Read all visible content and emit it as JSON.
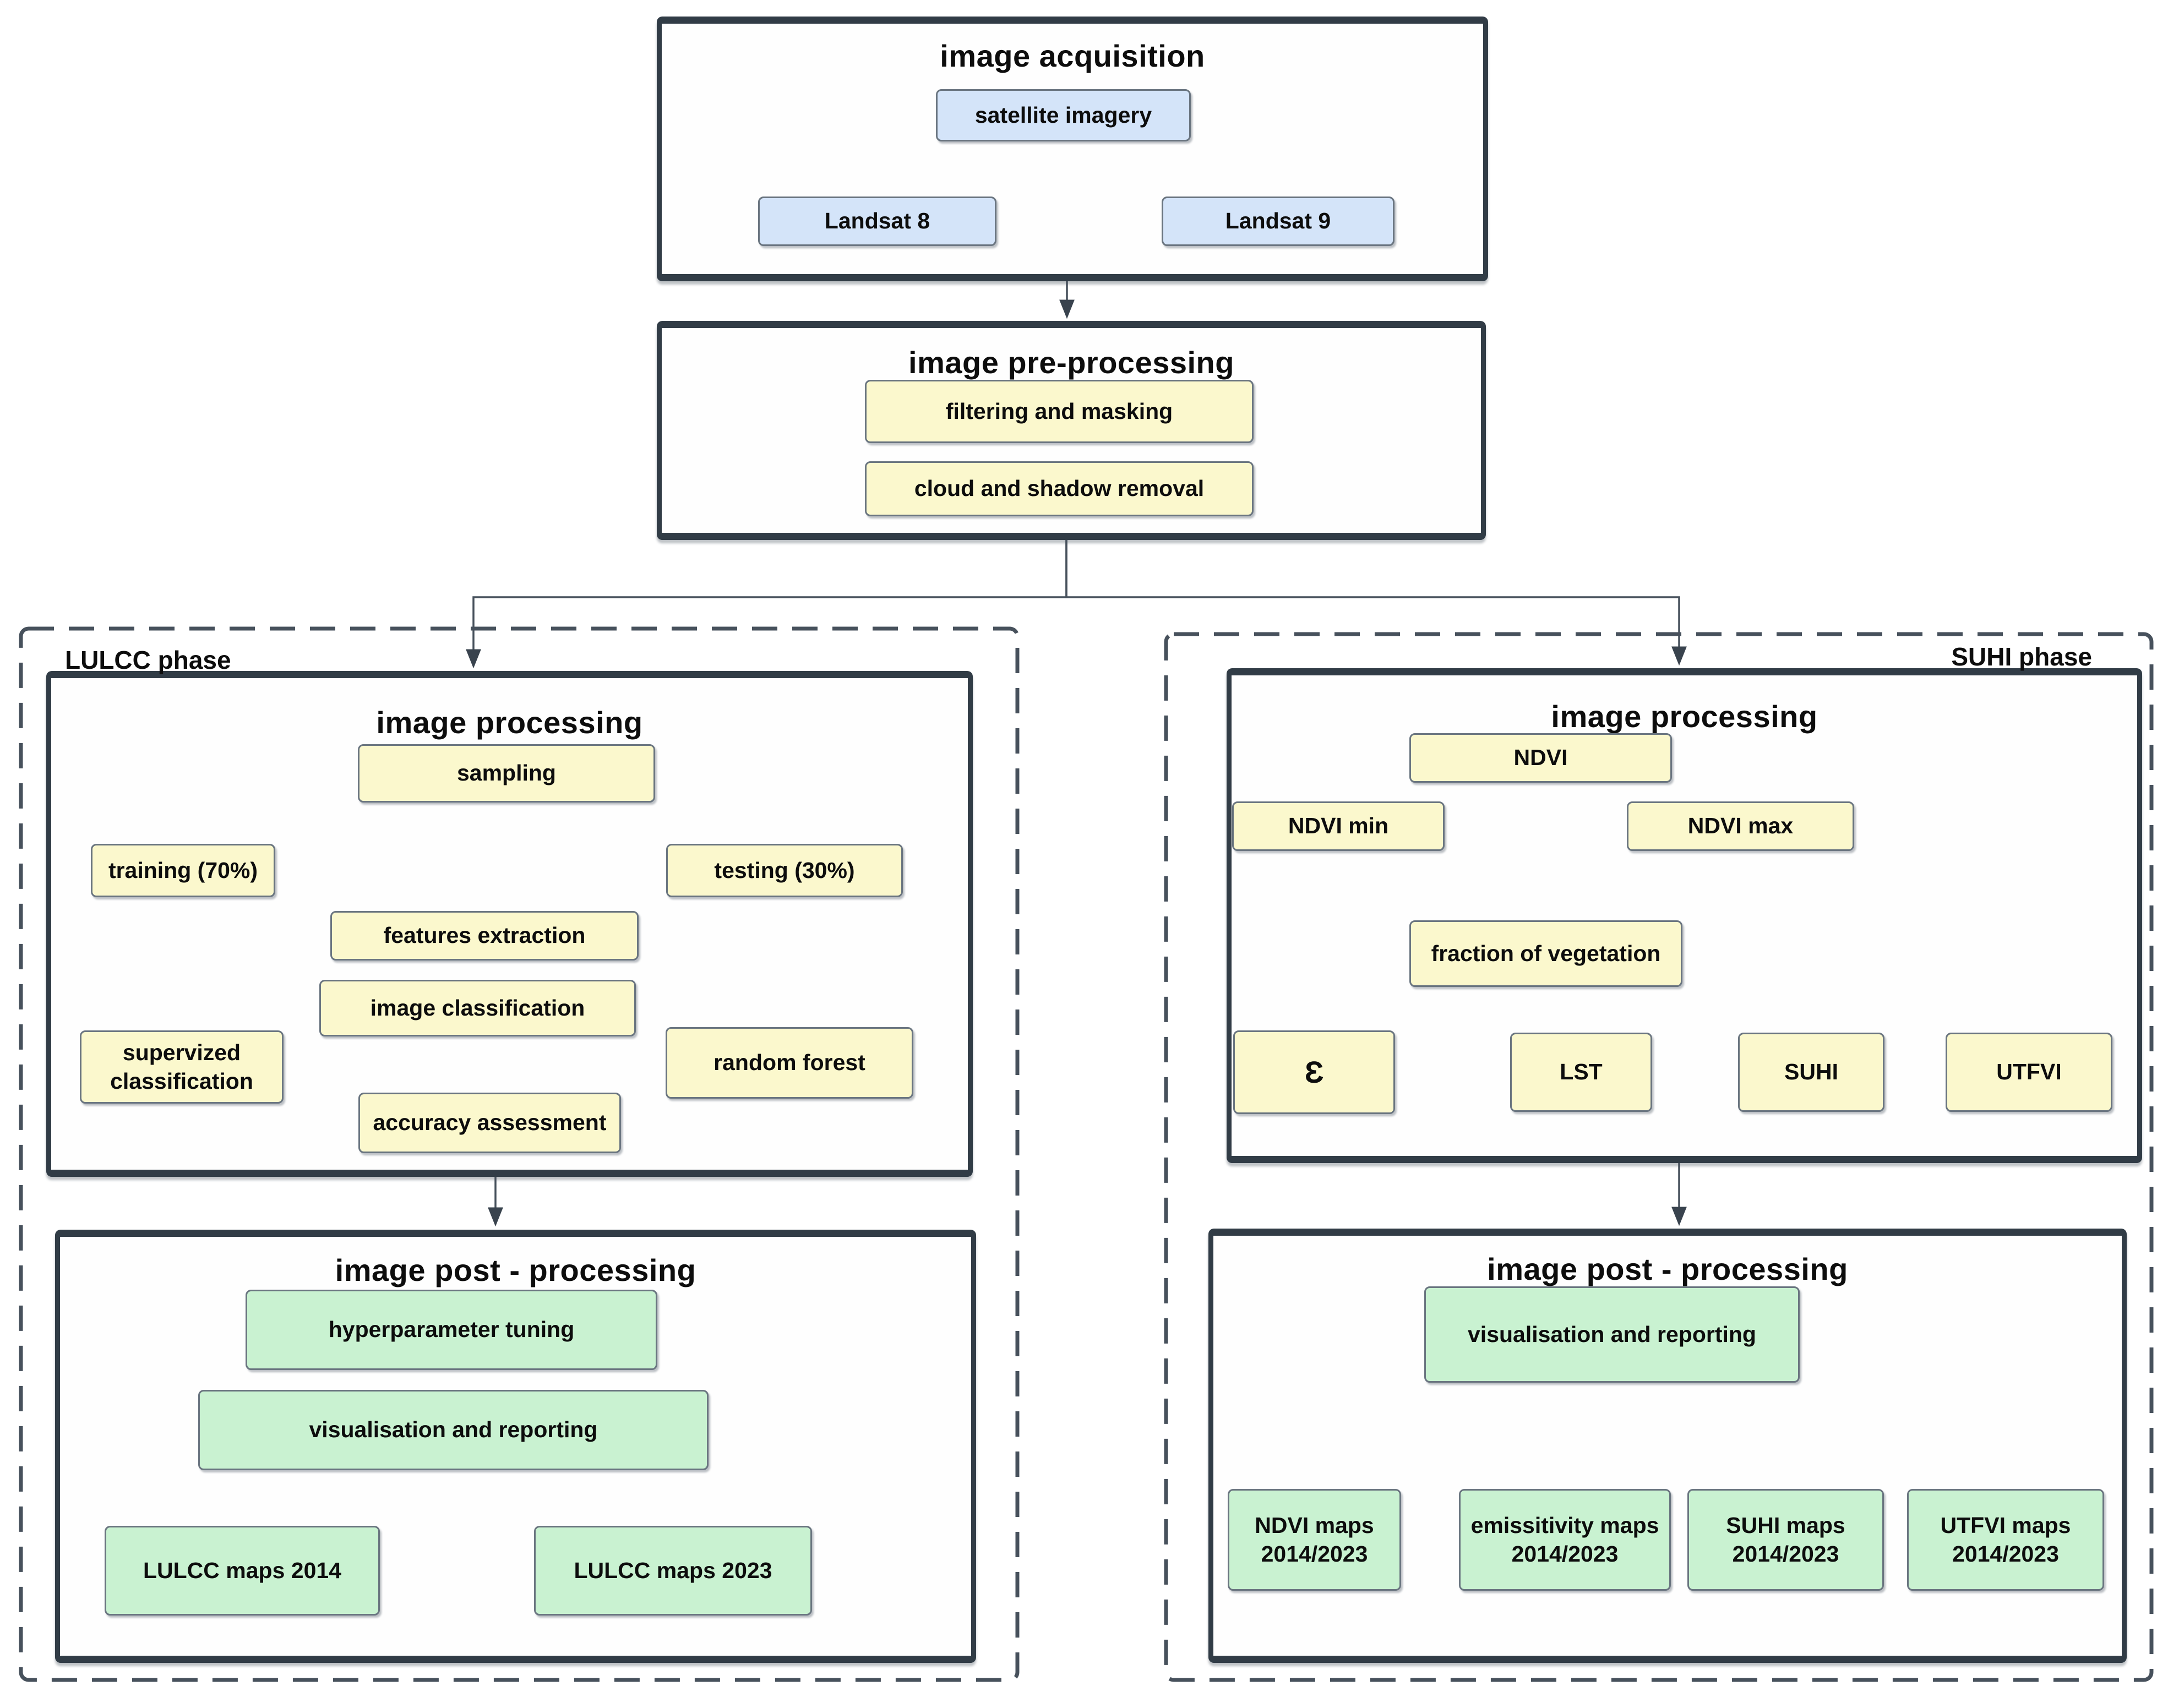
{
  "colors": {
    "blue": "#d4e4f9",
    "yellow": "#fbf8cd",
    "green": "#c9f2d1",
    "frame-border": "#313c46",
    "line": "#47515c",
    "text": "#0d0d0d"
  },
  "acquisition": {
    "title": "image acquisition",
    "satellite": "satellite imagery",
    "landsat8": "Landsat 8",
    "landsat9": "Landsat 9"
  },
  "preprocessing": {
    "title": "image pre-processing",
    "filtering": "filtering and masking",
    "cloud": "cloud and shadow removal"
  },
  "lulcc": {
    "phase_label": "LULCC phase",
    "processing": {
      "title": "image processing",
      "sampling": "sampling",
      "training": "training (70%)",
      "testing": "testing (30%)",
      "features": "features extraction",
      "classification": "image classification",
      "supervized": "supervized classification",
      "random_forest": "random forest",
      "accuracy": "accuracy assessment"
    },
    "post": {
      "title": "image post - processing",
      "hyperparameter": "hyperparameter tuning",
      "visualisation": "visualisation and reporting",
      "maps_2014": "LULCC maps 2014",
      "maps_2023": "LULCC maps 2023"
    }
  },
  "suhi": {
    "phase_label": "SUHI phase",
    "processing": {
      "title": "image processing",
      "ndvi": "NDVI",
      "ndvi_min": "NDVI min",
      "ndvi_max": "NDVI max",
      "fraction": "fraction of vegetation",
      "epsilon": "Ɛ",
      "lst": "LST",
      "suhi": "SUHI",
      "utfvi": "UTFVI"
    },
    "post": {
      "title": "image post - processing",
      "visualisation": "visualisation and reporting",
      "ndvi_maps": "NDVI maps 2014/2023",
      "emissitivity_maps": "emissitivity maps 2014/2023",
      "suhi_maps": "SUHI maps 2014/2023",
      "utfvi_maps": "UTFVI maps 2014/2023"
    }
  }
}
